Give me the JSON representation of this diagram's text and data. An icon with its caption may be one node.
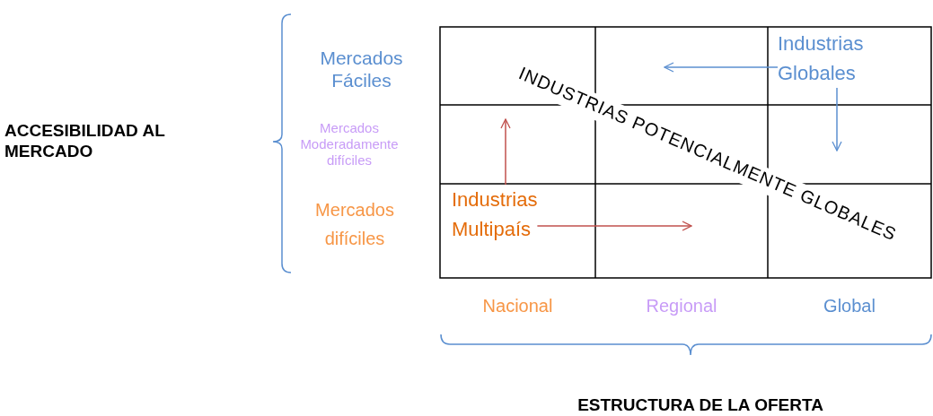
{
  "diagram": {
    "nodes": [
      {
        "text": [
          "Industrias Globales"
        ]
      },
      {
        "text": [
          "Industrias Multipaís"
        ]
      },
      {
        "text": [
          "INDUSTRIAS POTENCIALMENTE GLOBALES"
        ]
      }
    ],
    "edges": [
      {
        "from": 0,
        "to": 2,
        "arrow": "to",
        "color": "#5b8fd0"
      },
      {
        "from": 0,
        "to": 2,
        "arrow": "to",
        "color": "#5b8fd0"
      },
      {
        "from": 1,
        "to": 2,
        "arrow": "to",
        "color": "#c0504d"
      },
      {
        "from": 1,
        "to": 2,
        "arrow": "to",
        "color": "#c0504d"
      }
    ],
    "labels": [
      "ACCESIBILIDAD AL MERCADO",
      "Mercados Fáciles",
      "Mercados Moderadamente difíciles",
      "Mercados difíciles",
      "Nacional",
      "Regional",
      "Global",
      "ESTRUCTURA DE LA OFERTA"
    ]
  }
}
